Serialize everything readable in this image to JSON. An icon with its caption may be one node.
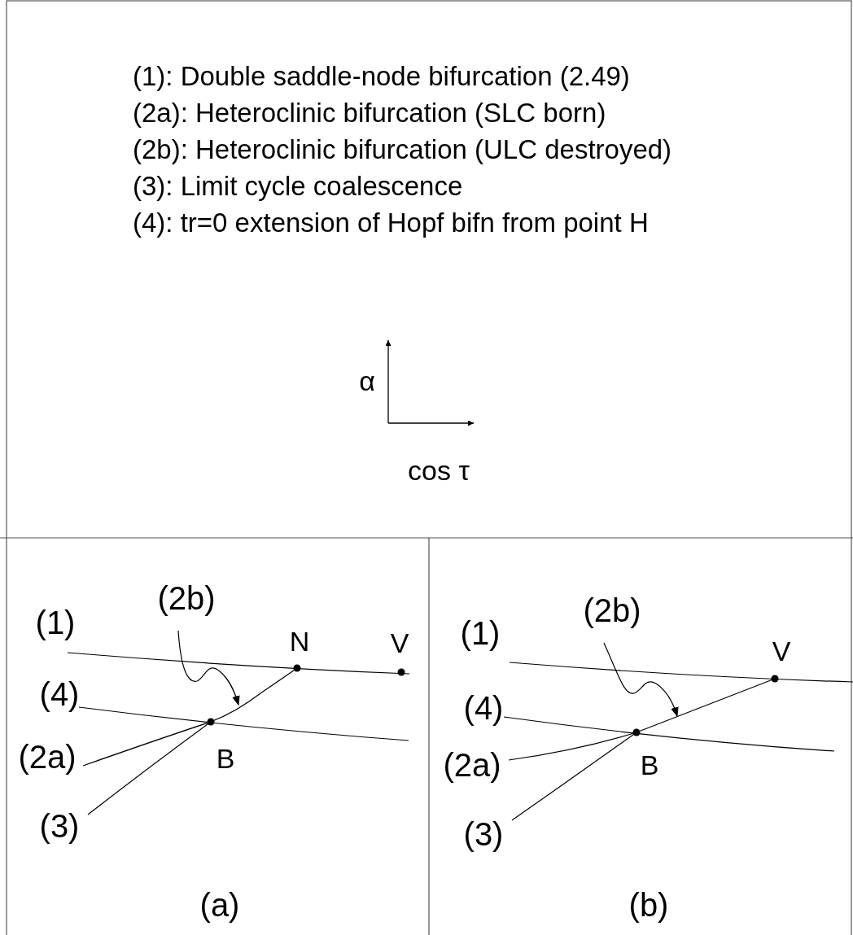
{
  "diagram": {
    "nodes": [
      {
        "text": [
          "(2b)"
        ]
      },
      {
        "text": [
          "(2b)"
        ]
      },
      {
        "text": [],
        "shape": "line"
      },
      {
        "text": [],
        "shape": "line"
      }
    ],
    "edges": [
      {
        "from": 0,
        "to": 2,
        "arrow": "to"
      },
      {
        "from": 1,
        "to": 3,
        "arrow": "to"
      }
    ],
    "labels": [
      "(1): Double saddle-node bifurcation (2.49)",
      "(2a): Heteroclinic bifurcation (SLC born)",
      "(2b): Heteroclinic bifurcation (ULC destroyed)",
      "(3): Limit cycle coalescence",
      "(4): tr=0 extension of Hopf bifn from point H",
      "α",
      "cos τ",
      "(1)",
      "N",
      "V",
      "(4)",
      "(2a)",
      "B",
      "(3)",
      "(a)",
      "(1)",
      "V",
      "(4)",
      "(2a)",
      "B",
      "(3)",
      "(b)"
    ]
  }
}
